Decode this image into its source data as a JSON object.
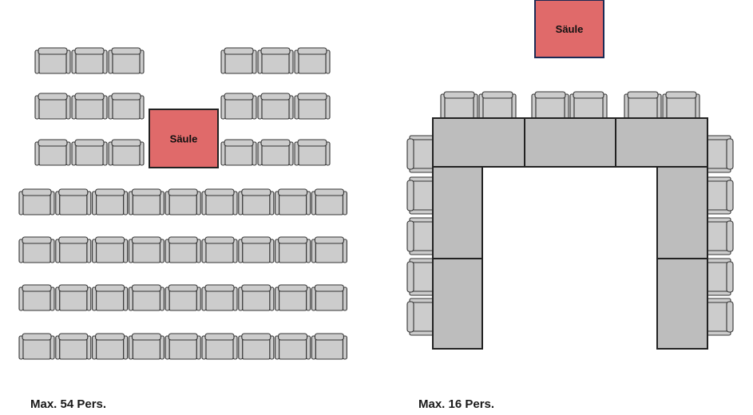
{
  "layouts": [
    {
      "name": "theater",
      "caption": "Max. 54 Pers.",
      "pillar_label": "Säule"
    },
    {
      "name": "u-shape",
      "caption": "Max. 16 Pers.",
      "pillar_label": "Säule"
    }
  ],
  "colors": {
    "chair_fill": "#cccccc",
    "chair_stroke": "#333333",
    "table_fill": "#bdbdbd",
    "table_stroke": "#222222",
    "pillar_fill": "#e06a6a",
    "pillar_stroke": "#222222",
    "pillar_stroke_right": "#1c2a55"
  }
}
